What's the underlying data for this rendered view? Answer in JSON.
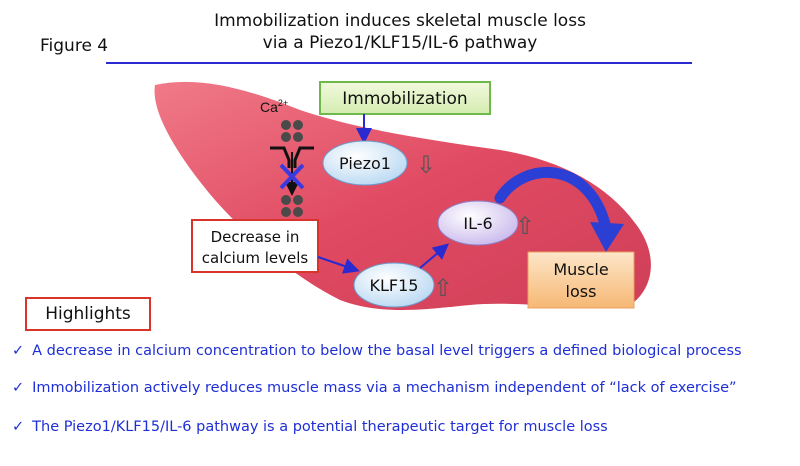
{
  "figure_label": "Figure 4",
  "title": {
    "line1": "Immobilization induces skeletal muscle loss",
    "line2": "via a Piezo1/KLF15/IL-6 pathway"
  },
  "diagram": {
    "immobilization": "Immobilization",
    "calcium_ion": "Ca",
    "calcium_charge": "2+",
    "piezo1": "Piezo1",
    "il6": "IL-6",
    "klf15": "KLF15",
    "decrease_line1": "Decrease in",
    "decrease_line2": "calcium levels",
    "muscle_line1": "Muscle",
    "muscle_line2": "loss",
    "up_arrow": "⇧",
    "down_arrow": "⇩"
  },
  "highlights": {
    "heading": "Highlights",
    "check": "✓",
    "items": [
      "A decrease in calcium concentration to below the basal level triggers a defined biological process",
      "Immobilization actively reduces muscle mass via a mechanism independent of “lack of exercise”",
      "The Piezo1/KLF15/IL-6 pathway is a potential therapeutic target for muscle loss"
    ]
  },
  "colors": {
    "muscle": "#e65a6e",
    "accent_blue": "#1f2fd6",
    "box_red": "#d9342b",
    "immob_green": "#6fb84a"
  }
}
